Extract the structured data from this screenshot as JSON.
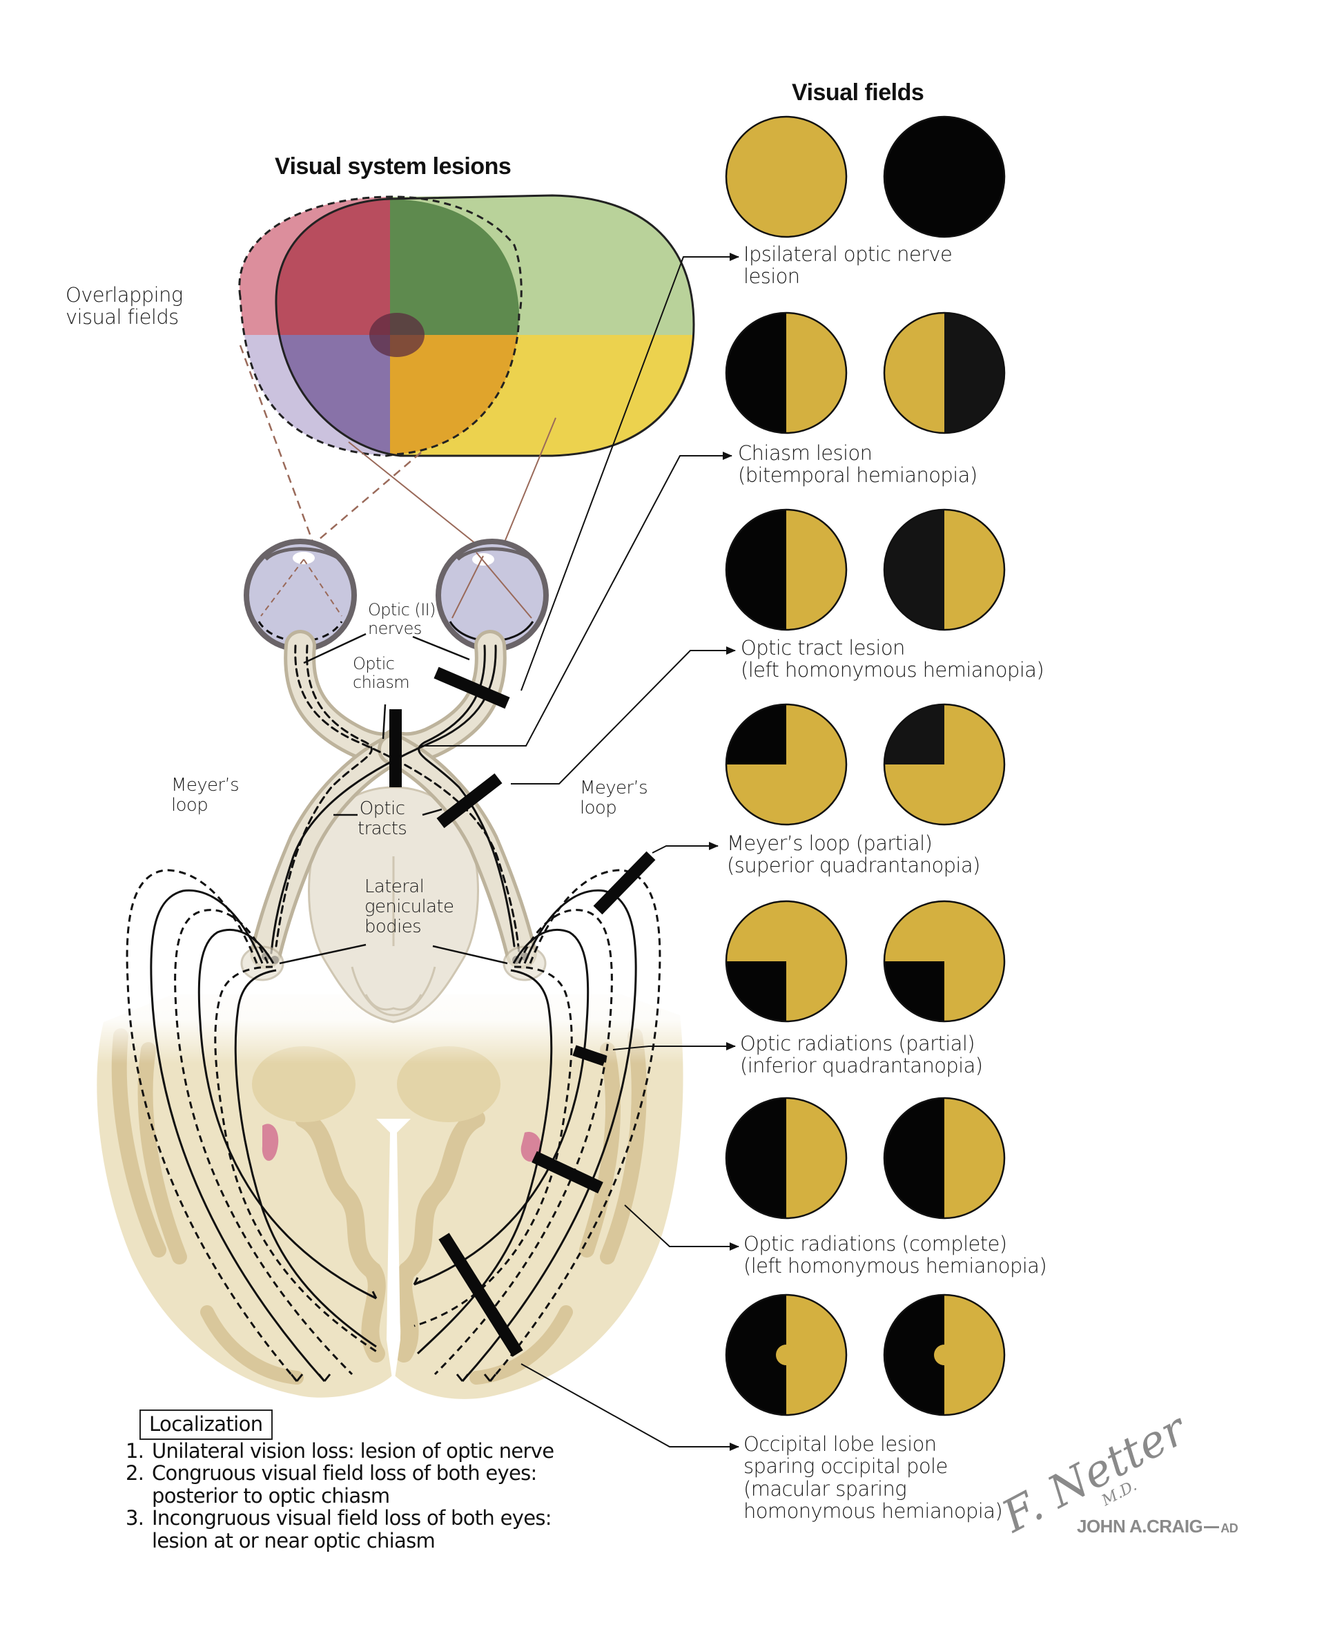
{
  "colors": {
    "seeing": "#d4b040",
    "blind": "#050505",
    "blind_alt": "#141414",
    "lesion_bar": "#0a0a0a",
    "tract_fill": "#e8e2d2",
    "tract_edge": "#bdb39c",
    "brain_fill": "#ede3c4",
    "brain_gyrus": "#d9c79b",
    "eyeball": "#c8c7de",
    "eyeball_rim": "#6a6468",
    "field_left_top_outer": "#dc8e9c",
    "field_left_top_inner": "#b84d5e",
    "field_right_top_inner": "#5e8a4e",
    "field_right_top_outer": "#b9d29a",
    "field_left_bottom_outer": "#cbc2de",
    "field_left_bottom_inner": "#8872a8",
    "field_right_bottom_inner": "#e0a42c",
    "field_right_bottom_outer": "#ecd24e",
    "macula": "#5a2a3e",
    "ventricle": "#d7849a",
    "signature": "#8a8a8a"
  },
  "left_panel": {
    "title": "Visual system lesions",
    "overlapping_label": [
      "Overlapping",
      "visual fields"
    ],
    "anatomy_labels": {
      "optic_nerves": [
        "Optic (II)",
        "nerves"
      ],
      "optic_chiasm": [
        "Optic",
        "chiasm"
      ],
      "optic_tracts": [
        "Optic",
        "tracts"
      ],
      "meyers_loop_left": [
        "Meyer’s",
        "loop"
      ],
      "meyers_loop_right": [
        "Meyer’s",
        "loop"
      ],
      "lgb": [
        "Lateral",
        "geniculate",
        "bodies"
      ]
    },
    "localization": {
      "heading": "Localization",
      "items": [
        {
          "num": "1.",
          "lines": [
            "Unilateral vision loss: lesion of optic nerve"
          ]
        },
        {
          "num": "2.",
          "lines": [
            "Congruous visual field loss of both eyes:",
            "posterior to optic chiasm"
          ]
        },
        {
          "num": "3.",
          "lines": [
            "Incongruous visual field loss of both eyes:",
            "lesion at or near optic chiasm"
          ]
        }
      ]
    }
  },
  "right_panel": {
    "title": "Visual fields",
    "rows": [
      {
        "id": "optic-nerve",
        "lines": [
          "Ipsilateral optic nerve",
          "lesion"
        ],
        "left_eye": "full",
        "right_eye": "blind"
      },
      {
        "id": "chiasm",
        "lines": [
          "Chiasm lesion",
          "(bitemporal hemianopia)"
        ],
        "left_eye": "left-half-blind",
        "right_eye": "right-half-blind"
      },
      {
        "id": "optic-tract",
        "lines": [
          "Optic tract lesion",
          "(left homonymous hemianopia)"
        ],
        "left_eye": "left-half-blind",
        "right_eye": "left-half-blind"
      },
      {
        "id": "meyers-loop",
        "lines": [
          "Meyer’s loop (partial)",
          "(superior quadrantanopia)"
        ],
        "left_eye": "upper-left-quadrant-blind",
        "right_eye": "upper-left-quadrant-blind"
      },
      {
        "id": "optic-radiations-partial",
        "lines": [
          "Optic radiations (partial)",
          "(inferior quadrantanopia)"
        ],
        "left_eye": "lower-left-quadrant-blind",
        "right_eye": "lower-left-quadrant-blind"
      },
      {
        "id": "optic-radiations-complete",
        "lines": [
          "Optic radiations (complete)",
          "(left homonymous hemianopia)"
        ],
        "left_eye": "left-half-blind",
        "right_eye": "left-half-blind"
      },
      {
        "id": "occipital-lobe",
        "lines": [
          "Occipital lobe lesion",
          "sparing occipital pole",
          "(macular sparing",
          "homonymous hemianopia)"
        ],
        "left_eye": "left-half-blind-macular-sparing",
        "right_eye": "left-half-blind-macular-sparing"
      }
    ]
  },
  "signature": {
    "artist": "F. Netter",
    "suffix": "M.D.",
    "coartist": "JOHN A.CRAIG",
    "coartist_suffix": "AD"
  }
}
